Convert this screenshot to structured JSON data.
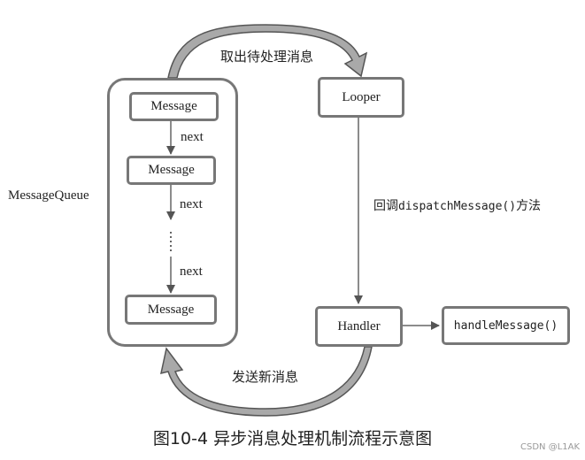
{
  "diagram": {
    "queue_label": "MessageQueue",
    "messages": [
      "Message",
      "Message",
      "Message"
    ],
    "next_labels": [
      "next",
      "next",
      "next"
    ],
    "looper": "Looper",
    "handler": "Handler",
    "handle_message": "handleMessage()",
    "top_arc_label": "取出待处理消息",
    "bottom_arc_label": "发送新消息",
    "callback_prefix": "回调",
    "callback_code": "dispatchMessage()",
    "callback_suffix": "方法"
  },
  "caption": "图10-4 异步消息处理机制流程示意图",
  "watermark": "CSDN @L1AK",
  "colors": {
    "box_border": "#777777",
    "arc_fill": "#a9a9a9",
    "arrow": "#666666"
  }
}
